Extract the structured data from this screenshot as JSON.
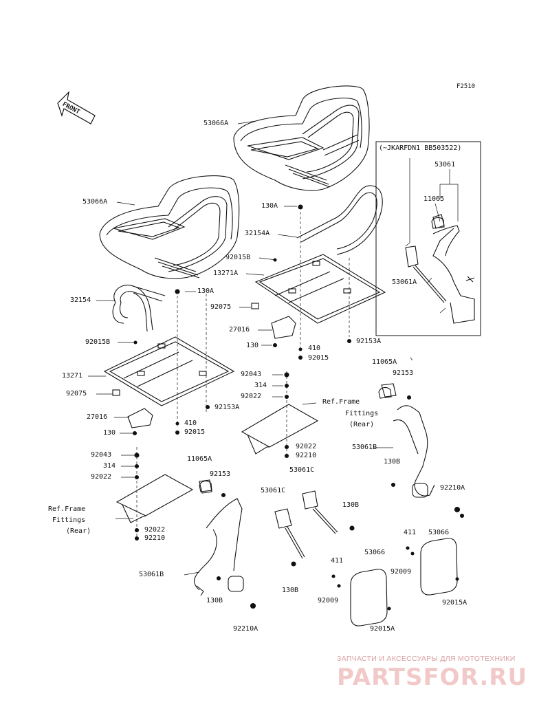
{
  "figure_code": "F2510",
  "front_label": "FRONT",
  "serial_note": "(~JKARFDN1 BB503522)",
  "ref_frame_fittings": [
    "Ref.Frame",
    "Fittings",
    "(Rear)"
  ],
  "labels": {
    "l_53066A_top": "53066A",
    "l_53066A_left": "53066A",
    "l_130A_a": "130A",
    "l_32154A": "32154A",
    "l_92015B_a": "92015B",
    "l_13271A": "13271A",
    "l_130A_b": "130A",
    "l_32154": "32154",
    "l_92075_a": "92075",
    "l_27016_a": "27016",
    "l_130_a": "130",
    "l_410_a": "410",
    "l_92015_a": "92015",
    "l_92153A_a": "92153A",
    "l_92015B_b": "92015B",
    "l_13271": "13271",
    "l_92075_b": "92075",
    "l_27016_b": "27016",
    "l_130_b": "130",
    "l_410_b": "410",
    "l_92015_b": "92015",
    "l_92153A_b": "92153A",
    "l_92043_a": "92043",
    "l_314_a": "314",
    "l_92022_a": "92022",
    "l_92022_b": "92022",
    "l_92210_a": "92210",
    "l_92043_b": "92043",
    "l_314_b": "314",
    "l_92022_c": "92022",
    "l_92022_d": "92022",
    "l_92210_b": "92210",
    "l_53061": "53061",
    "l_11065": "11065",
    "l_53061A": "53061A",
    "l_11065A_a": "11065A",
    "l_92153_a": "92153",
    "l_53061B_a": "53061B",
    "l_130B_a": "130B",
    "l_92210A_a": "92210A",
    "l_11065A_b": "11065A",
    "l_92153_b": "92153",
    "l_53061C_a": "53061C",
    "l_53061C_b": "53061C",
    "l_130B_b": "130B",
    "l_130B_c": "130B",
    "l_53061B_b": "53061B",
    "l_130B_d": "130B",
    "l_92210A_b": "92210A",
    "l_411_a": "411",
    "l_53066_a": "53066",
    "l_92009_a": "92009",
    "l_92015A_a": "92015A",
    "l_411_b": "411",
    "l_53066_b": "53066",
    "l_92009_b": "92009",
    "l_92015A_b": "92015A"
  },
  "watermark": {
    "caption": "ЗАПЧАСТИ И АКСЕССУАРЫ ДЛЯ МОТОТЕХНИКИ",
    "logo": "PARTSFOR.RU"
  }
}
